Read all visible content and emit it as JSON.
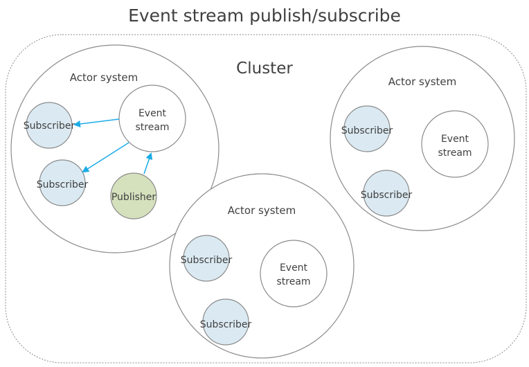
{
  "title": "Event stream publish/subscribe",
  "cluster_label": "Cluster",
  "colors": {
    "subscriber_fill": "#dbeaf2",
    "publisher_fill": "#d5e1bd",
    "event_stream_fill": "#ffffff",
    "arrow": "#1aabe6",
    "outline": "#8a8a8a"
  },
  "systems": [
    {
      "label": "Actor system",
      "event_stream": {
        "line1": "Event",
        "line2": "stream"
      },
      "subscribers": [
        "Subscriber",
        "Subscriber"
      ],
      "publisher": "Publisher"
    },
    {
      "label": "Actor system",
      "event_stream": {
        "line1": "Event",
        "line2": "stream"
      },
      "subscribers": [
        "Subscriber",
        "Subscriber"
      ]
    },
    {
      "label": "Actor system",
      "event_stream": {
        "line1": "Event",
        "line2": "stream"
      },
      "subscribers": [
        "Subscriber",
        "Subscriber"
      ]
    }
  ]
}
